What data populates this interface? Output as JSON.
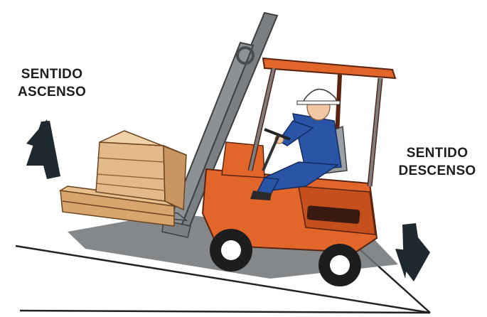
{
  "labels": {
    "ascenso": {
      "line1": "SENTIDO",
      "line2": "ASCENSO"
    },
    "descenso": {
      "line1": "SENTIDO",
      "line2": "DESCENSO"
    }
  },
  "icons": {
    "up_arrow": "arrow-up-left-icon",
    "down_arrow": "arrow-down-right-icon"
  },
  "colors": {
    "forklift_body": "#e2652a",
    "forklift_dark": "#b8461a",
    "mast": "#7c7f82",
    "cargo_box": "#e3b98a",
    "pallet": "#d9a56e",
    "operator_shirt": "#2a55a6",
    "helmet": "#ffffff",
    "ramp_line": "#222222",
    "arrow": "#1f2a30"
  }
}
